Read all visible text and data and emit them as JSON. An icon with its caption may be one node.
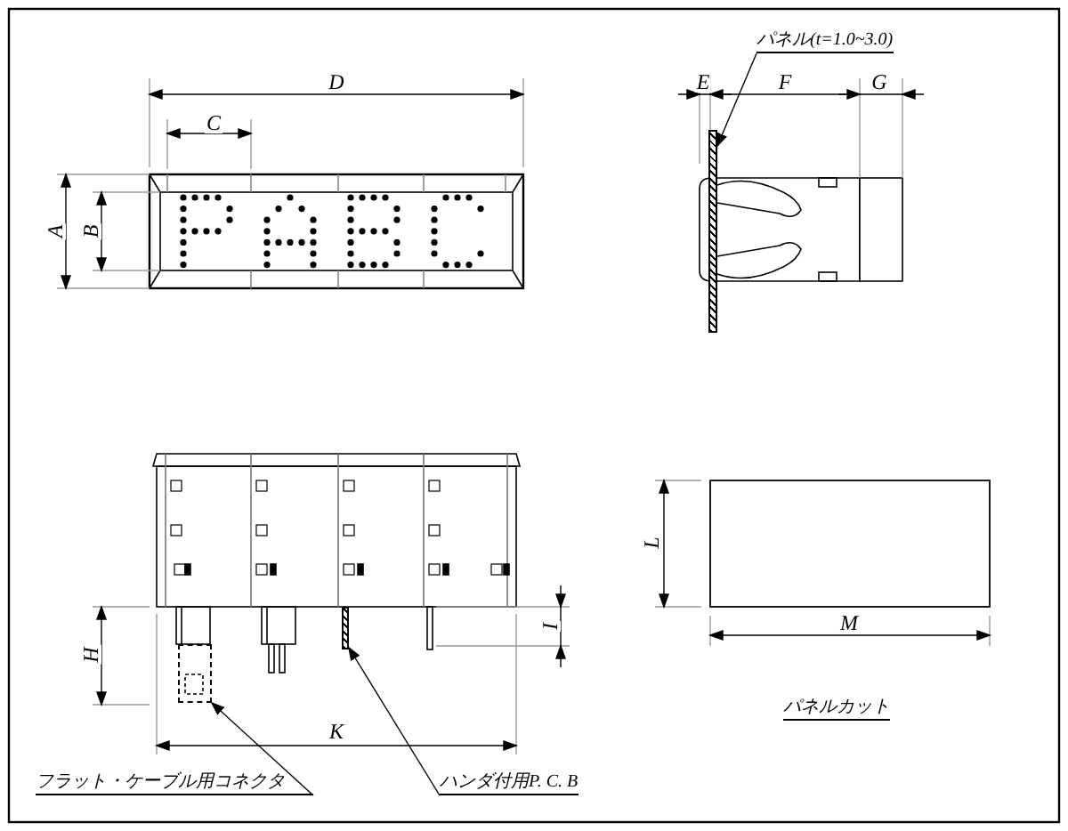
{
  "diagram": {
    "nodes": [
      {
        "text": [
          "パネル(t=1.0~3.0)"
        ]
      },
      {
        "text": [
          "フラット・ケーブル用コネクタ"
        ]
      },
      {
        "text": [
          "ハンダ付用P. C. B"
        ]
      },
      {
        "text": [],
        "shape": "bar"
      },
      {
        "text": [],
        "shape": "box"
      },
      {
        "text": [],
        "shape": "bar"
      }
    ],
    "edges": [
      {
        "from": 0,
        "to": 3,
        "arrow": "to"
      },
      {
        "from": 1,
        "to": 4,
        "arrow": "to"
      },
      {
        "from": 2,
        "to": 5,
        "arrow": "to"
      }
    ],
    "labels": [
      "D",
      "C",
      "A",
      "B",
      "E",
      "F",
      "G",
      "H",
      "I",
      "K",
      "L",
      "M",
      "パネルカット"
    ]
  }
}
